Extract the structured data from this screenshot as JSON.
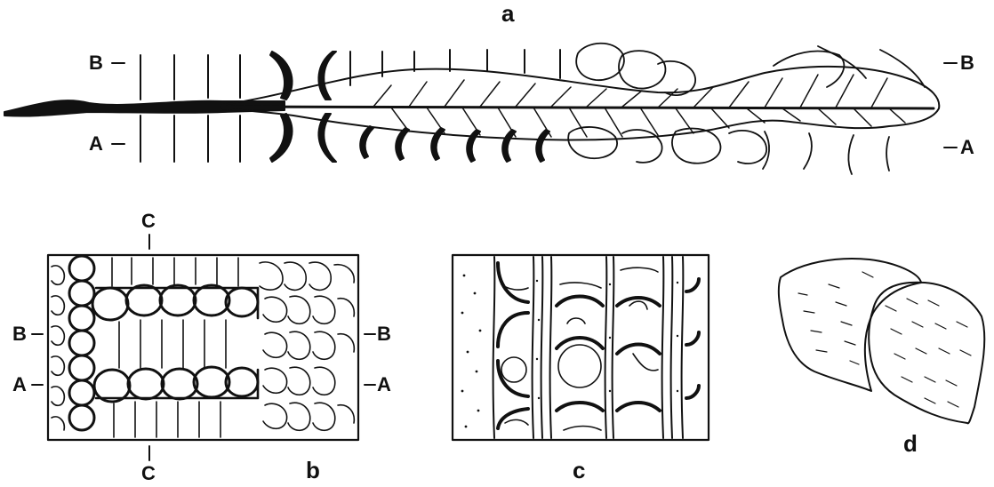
{
  "panels": {
    "a": {
      "label": "a",
      "marker_top": "B",
      "marker_bottom": "A"
    },
    "b": {
      "label": "b",
      "marker_top": "B",
      "marker_bottom": "A",
      "marker_section": "C"
    },
    "c": {
      "label": "c"
    },
    "d": {
      "label": "d"
    }
  },
  "colors": {
    "ink": "#111111",
    "paper": "#ffffff"
  }
}
